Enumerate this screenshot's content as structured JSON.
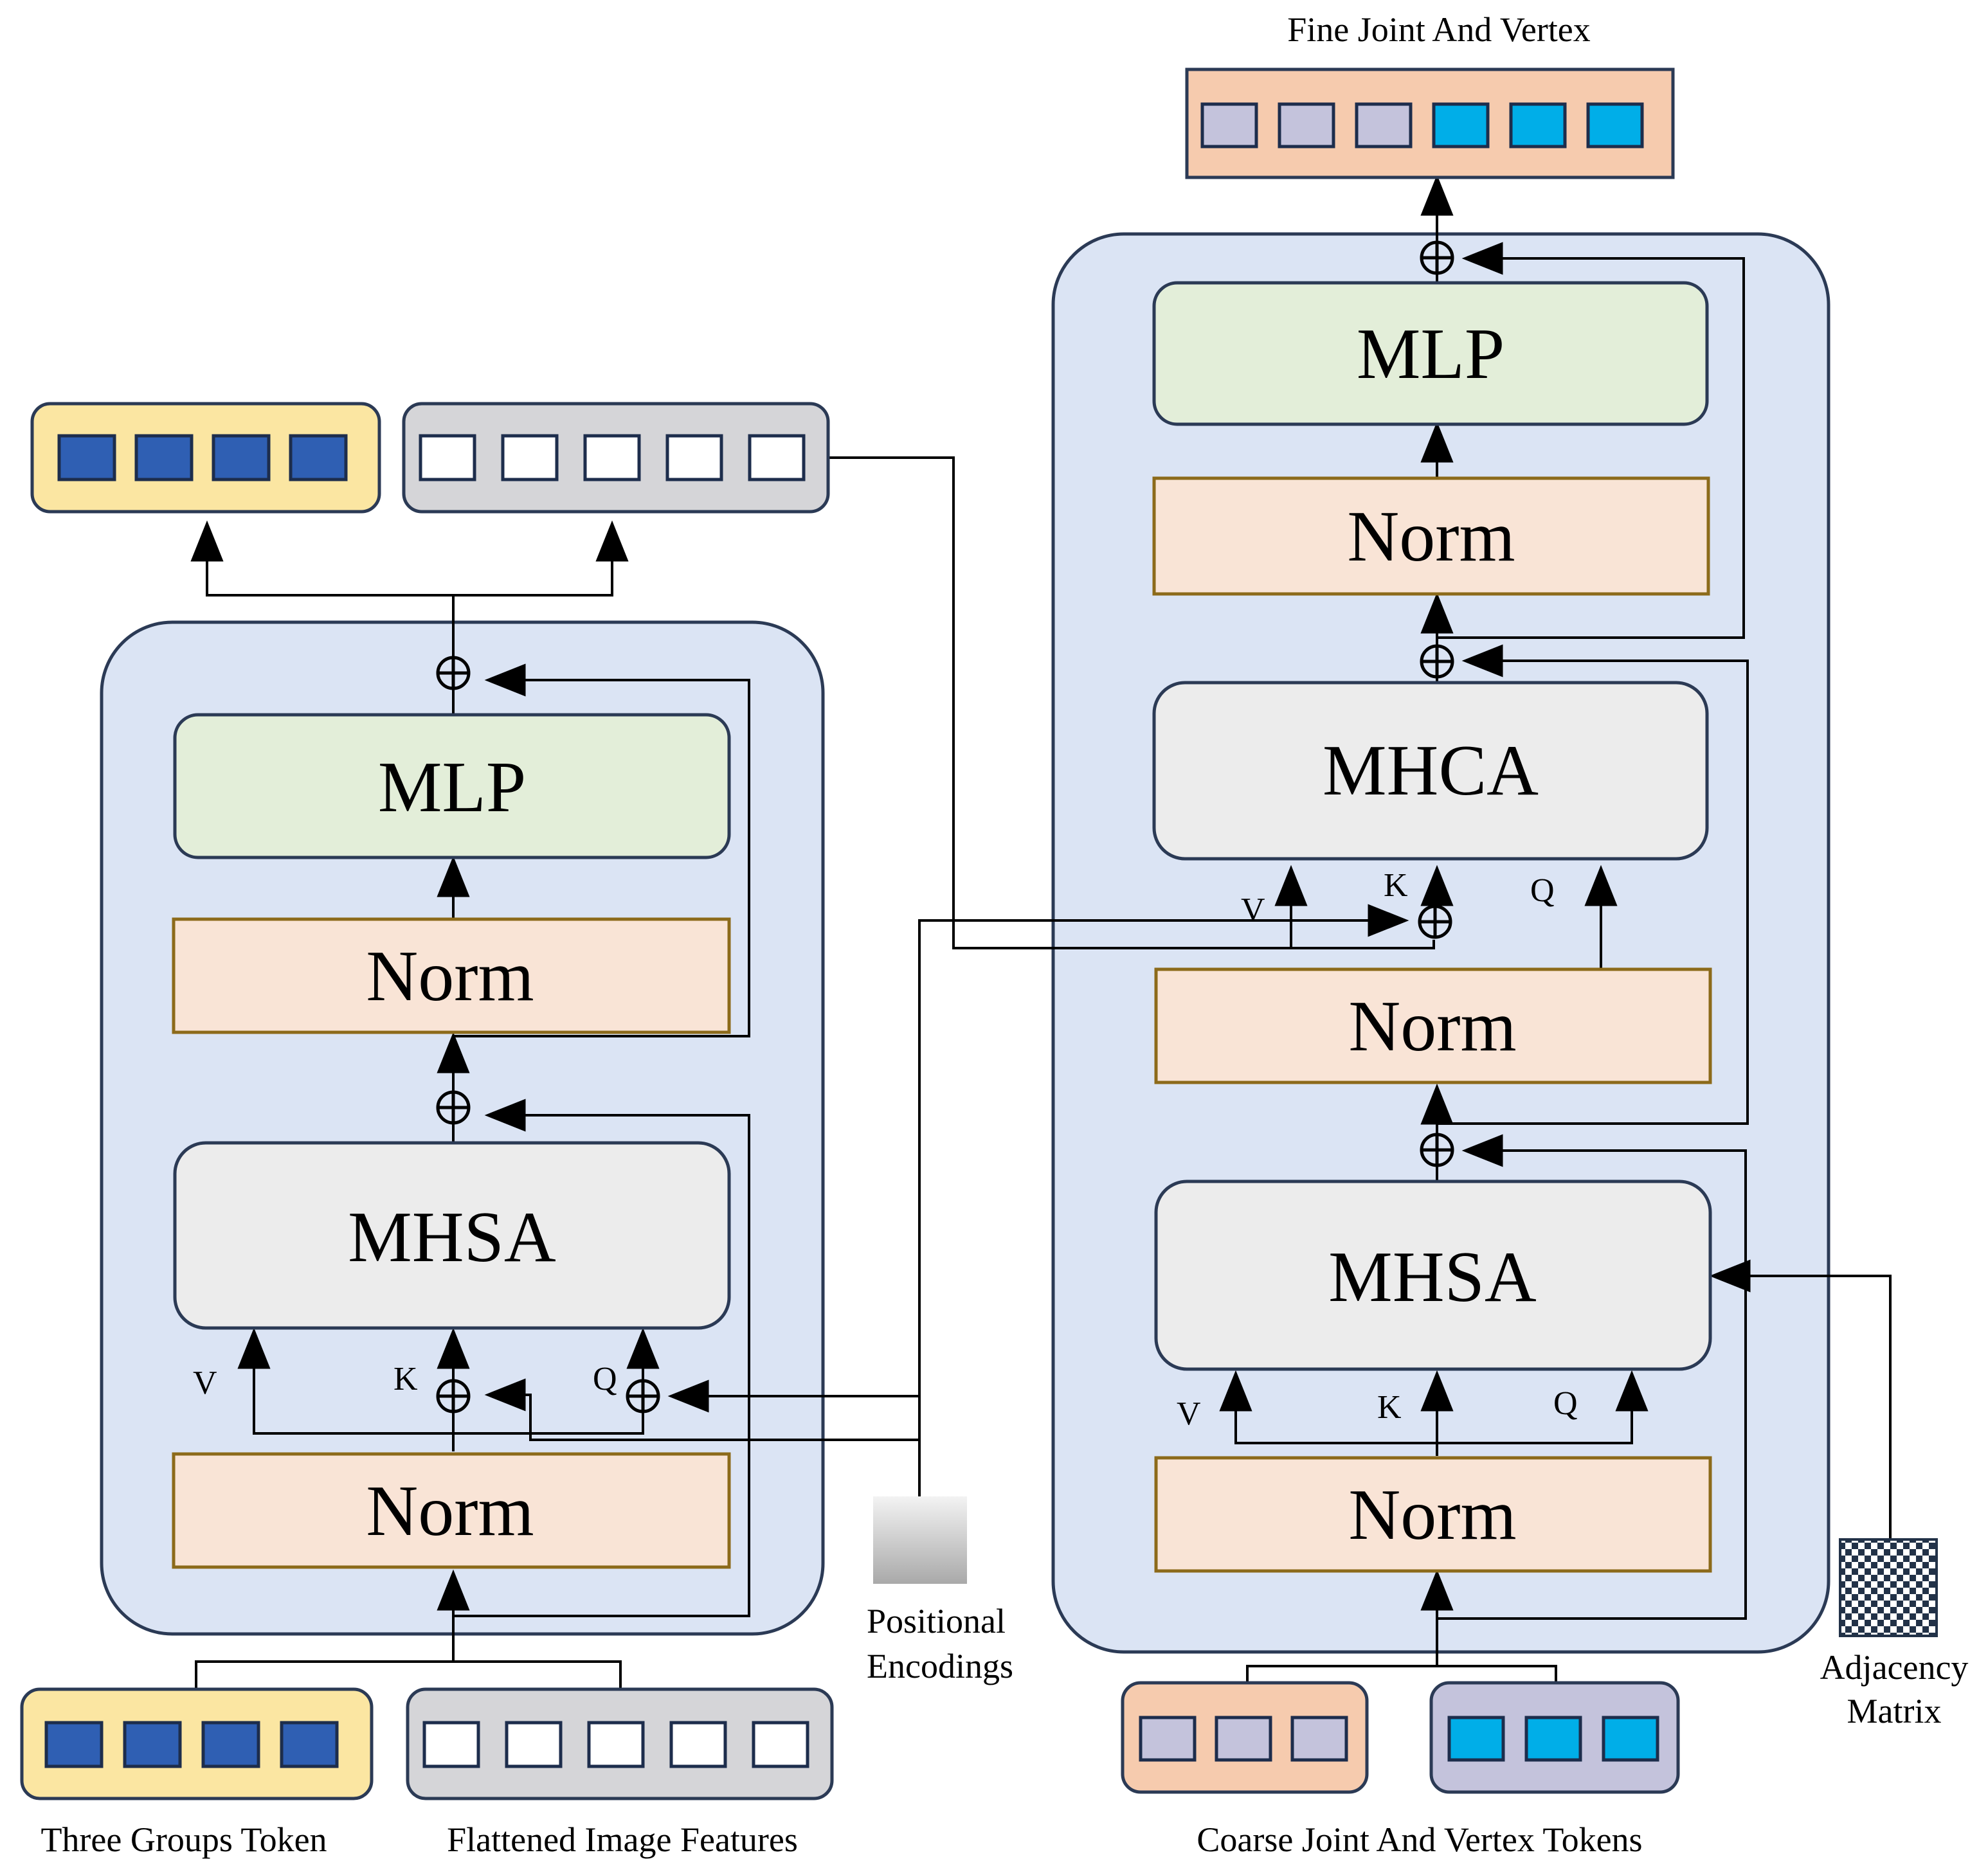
{
  "labels": {
    "fine_joint_vertex": "Fine Joint And Vertex",
    "three_groups_token": "Three Groups Token",
    "flattened_image_features": "Flattened Image Features",
    "positional_encodings_1": "Positional",
    "positional_encodings_2": "Encodings",
    "coarse_tokens": "Coarse Joint And Vertex Tokens",
    "adjacency_1": "Adjacency",
    "adjacency_2": "Matrix"
  },
  "left_encoder": {
    "mlp": "MLP",
    "norm_top": "Norm",
    "mhsa": "MHSA",
    "norm_bottom": "Norm",
    "v": "V",
    "k": "K",
    "q": "Q"
  },
  "right_encoder": {
    "mlp": "MLP",
    "norm_top": "Norm",
    "mhca": "MHCA",
    "norm_mid": "Norm",
    "mhsa": "MHSA",
    "norm_bottom": "Norm",
    "v_ca": "V",
    "k_ca": "K",
    "q_ca": "Q",
    "v_sa": "V",
    "k_sa": "K",
    "q_sa": "Q"
  },
  "colors": {
    "encoder_bg": "#dbe4f4",
    "encoder_border": "#2b3a55",
    "mlp_fill": "#e3eed9",
    "norm_fill": "#f9e4d6",
    "norm_border": "#8c6a1a",
    "attn_fill": "#ececec",
    "group_token_bg": "#fbe6a2",
    "group_token_cell": "#2f5fb3",
    "image_feat_bg": "#d5d5d8",
    "coarse_joint_bg": "#f6cbae",
    "coarse_joint_cell": "#c4c3dc",
    "vertex_bg": "#c4c3dc",
    "vertex_cell": "#00aee8"
  }
}
